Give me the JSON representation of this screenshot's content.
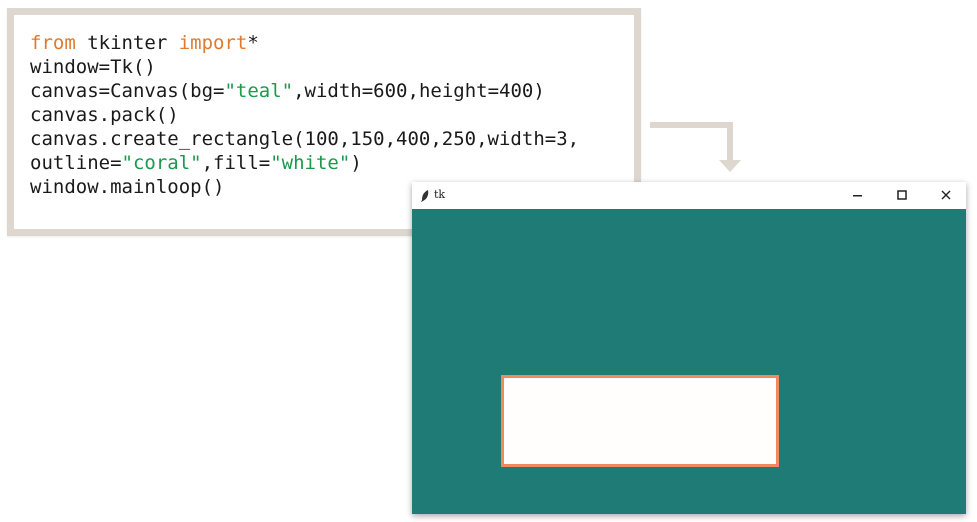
{
  "code": {
    "lines": [
      [
        {
          "t": "from",
          "c": "kw"
        },
        {
          "t": " tkinter ",
          "c": ""
        },
        {
          "t": "import",
          "c": "kw"
        },
        {
          "t": "*",
          "c": ""
        }
      ],
      [
        {
          "t": "window=Tk()",
          "c": ""
        }
      ],
      [
        {
          "t": "canvas=Canvas(bg=",
          "c": ""
        },
        {
          "t": "\"teal\"",
          "c": "str"
        },
        {
          "t": ",width=600,height=400)",
          "c": ""
        }
      ],
      [
        {
          "t": "canvas.pack()",
          "c": ""
        }
      ],
      [
        {
          "t": "canvas.create_rectangle(100,150,400,250,width=3,",
          "c": ""
        }
      ],
      [
        {
          "t": "outline=",
          "c": ""
        },
        {
          "t": "\"coral\"",
          "c": "str"
        },
        {
          "t": ",fill=",
          "c": ""
        },
        {
          "t": "\"white\"",
          "c": "str"
        },
        {
          "t": ")",
          "c": ""
        }
      ],
      [
        {
          "t": "window.mainloop()",
          "c": ""
        }
      ]
    ]
  },
  "tk_window": {
    "title": "tk",
    "icons": {
      "app": "feather-icon",
      "minimize": "minimize-icon",
      "maximize": "maximize-icon",
      "close": "close-icon"
    },
    "colors": {
      "canvas_bg": "#1e7b75",
      "rect_outline": "#f08a5c",
      "rect_fill": "#fffefc"
    }
  }
}
